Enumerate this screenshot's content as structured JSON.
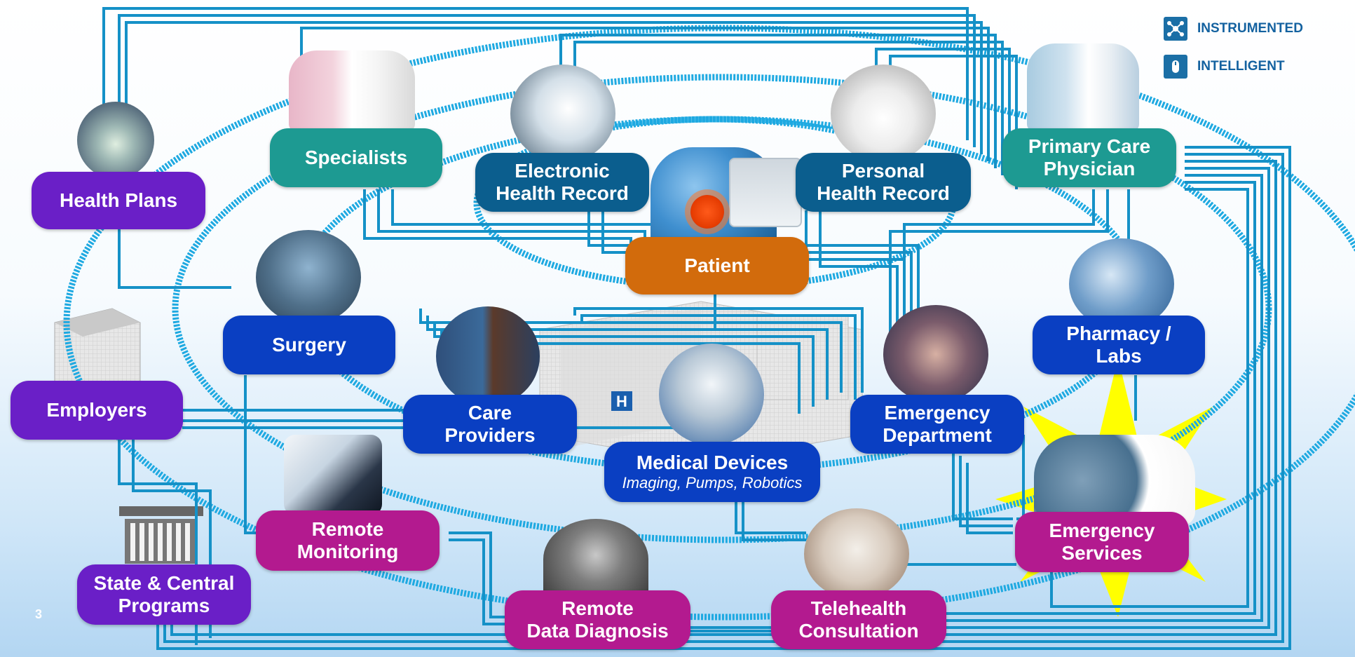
{
  "legend": {
    "items": [
      {
        "label": "INSTRUMENTED",
        "icon": "network-nodes-icon"
      },
      {
        "label": "INTELLIGENT",
        "icon": "mouse-icon"
      }
    ]
  },
  "nodes": {
    "health_plans": "Health Plans",
    "specialists": "Specialists",
    "ehr_line1": "Electronic",
    "ehr_line2": "Health Record",
    "phr_line1": "Personal",
    "phr_line2": "Health Record",
    "pcp_line1": "Primary Care",
    "pcp_line2": "Physician",
    "patient": "Patient",
    "surgery": "Surgery",
    "pharmacy_line1": "Pharmacy /",
    "pharmacy_line2": "Labs",
    "employers": "Employers",
    "care_line1": "Care",
    "care_line2": "Providers",
    "emergency_dept_line1": "Emergency",
    "emergency_dept_line2": "Department",
    "medical_devices": "Medical Devices",
    "medical_devices_sub": "Imaging, Pumps, Robotics",
    "remote_monitoring_line1": "Remote",
    "remote_monitoring_line2": "Monitoring",
    "emergency_services_line1": "Emergency",
    "emergency_services_line2": "Services",
    "state_line1": "State & Central",
    "state_line2": "Programs",
    "remote_data_line1": "Remote",
    "remote_data_line2": "Data Diagnosis",
    "telehealth_line1": "Telehealth",
    "telehealth_line2": "Consultation"
  },
  "page_number": "3",
  "colors": {
    "ring": "#1ea9e1",
    "wire": "#1591c7",
    "purple": "#6a1fc7",
    "teal": "#1d9a92",
    "navy": "#0b5e8e",
    "blue": "#0a3fc2",
    "magenta": "#b31a8f",
    "orange": "#d26b0c",
    "starburst": "#ffff00"
  }
}
